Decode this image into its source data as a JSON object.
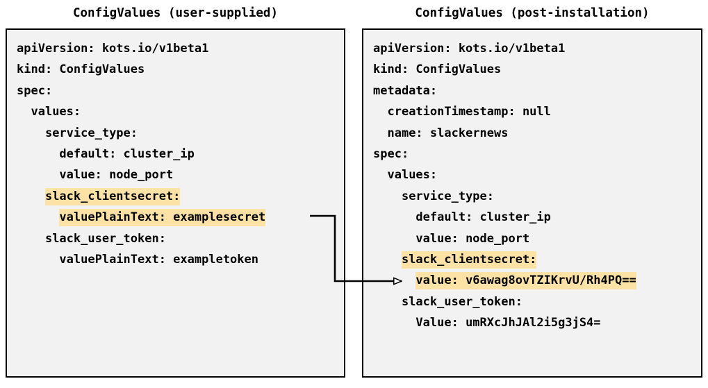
{
  "diagram": {
    "type": "two-panel-yaml-comparison",
    "background_color": "#ffffff",
    "panel_fill_color": "#f2f2f2",
    "panel_border_color": "#000000",
    "highlight_color": "#fce2a4",
    "text_color": "#000000",
    "connector_color": "#000000"
  },
  "left_panel": {
    "title": "ConfigValues (user-supplied)",
    "lines": [
      {
        "text": "apiVersion: kots.io/v1beta1",
        "indent": 0,
        "highlighted": false
      },
      {
        "text": "kind: ConfigValues",
        "indent": 0,
        "highlighted": false
      },
      {
        "text": "spec:",
        "indent": 0,
        "highlighted": false
      },
      {
        "text": "values:",
        "indent": 1,
        "highlighted": false
      },
      {
        "text": "service_type:",
        "indent": 2,
        "highlighted": false
      },
      {
        "text": "default: cluster_ip",
        "indent": 3,
        "highlighted": false
      },
      {
        "text": "value: node_port",
        "indent": 3,
        "highlighted": false
      },
      {
        "text": "slack_clientsecret:",
        "indent": 2,
        "highlighted": true
      },
      {
        "text": "valuePlainText: examplesecret",
        "indent": 3,
        "highlighted": true
      },
      {
        "text": "slack_user_token:",
        "indent": 2,
        "highlighted": false
      },
      {
        "text": "valuePlainText: exampletoken",
        "indent": 3,
        "highlighted": false
      }
    ]
  },
  "right_panel": {
    "title": "ConfigValues (post-installation)",
    "lines": [
      {
        "text": "apiVersion: kots.io/v1beta1",
        "indent": 0,
        "highlighted": false
      },
      {
        "text": "kind: ConfigValues",
        "indent": 0,
        "highlighted": false
      },
      {
        "text": "metadata:",
        "indent": 0,
        "highlighted": false
      },
      {
        "text": "creationTimestamp: null",
        "indent": 1,
        "highlighted": false
      },
      {
        "text": "name: slackernews",
        "indent": 1,
        "highlighted": false
      },
      {
        "text": "spec:",
        "indent": 0,
        "highlighted": false
      },
      {
        "text": "values:",
        "indent": 1,
        "highlighted": false
      },
      {
        "text": "service_type:",
        "indent": 2,
        "highlighted": false
      },
      {
        "text": "default: cluster_ip",
        "indent": 3,
        "highlighted": false
      },
      {
        "text": "value: node_port",
        "indent": 3,
        "highlighted": false
      },
      {
        "text": "slack_clientsecret:",
        "indent": 2,
        "highlighted": true
      },
      {
        "text": "value: v6awag8ovTZIKrvU/Rh4PQ==",
        "indent": 3,
        "highlighted": true
      },
      {
        "text": "slack_user_token:",
        "indent": 2,
        "highlighted": false
      },
      {
        "text": "Value: umRXcJhJAl2i5g3jS4=",
        "indent": 3,
        "highlighted": false
      }
    ]
  },
  "connector": {
    "name": "plaintext-to-encrypted-arrow",
    "from_label": "valuePlainText: examplesecret",
    "to_label": "value: v6awag8ovTZIKrvU/Rh4PQ==",
    "arrowhead": "hollow-triangle"
  }
}
